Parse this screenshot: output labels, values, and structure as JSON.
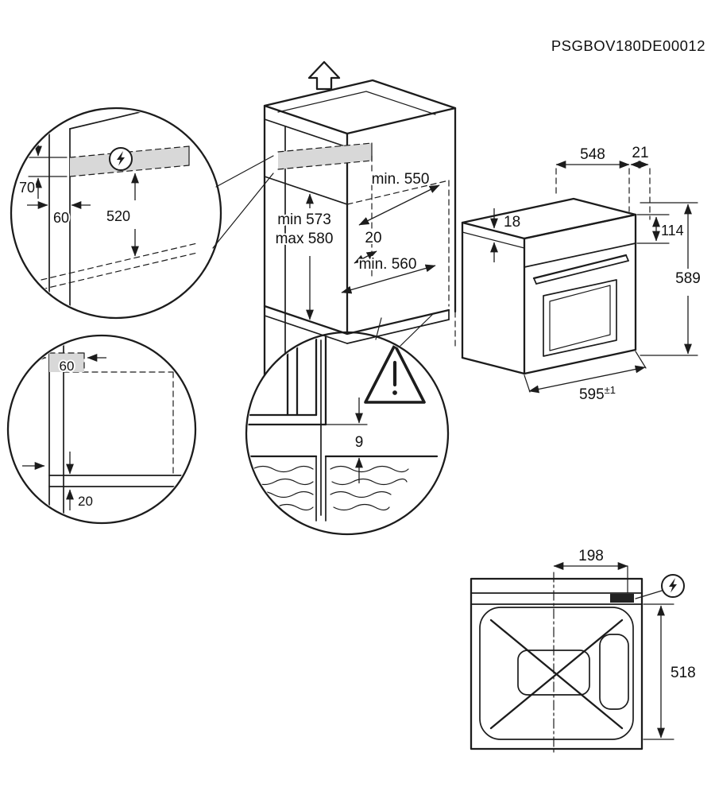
{
  "title": {
    "part_number": "PSGBOV180DE00012"
  },
  "colors": {
    "line": "#1c1c1c",
    "shade": "#d8d8d8"
  },
  "main_cabinet": {
    "dim_depth": "min. 550",
    "dim_gap": "20",
    "dim_width": "min. 560",
    "dim_height_min": "min 573",
    "dim_height_max": "max 580"
  },
  "detail_top_left": {
    "dim_band_height": "70",
    "dim_setback": "60",
    "dim_height": "520"
  },
  "detail_bottom_left": {
    "dim_setback": "60",
    "dim_gap": "20"
  },
  "detail_cable": {
    "dim_slot": "9"
  },
  "oven": {
    "dim_depth": "548",
    "dim_front": "21",
    "dim_top": "18",
    "dim_panel": "114",
    "dim_height": "589",
    "dim_width": "595",
    "dim_width_tol": "±1"
  },
  "plan_view": {
    "dim_cable_pos": "198",
    "dim_depth": "518"
  },
  "icons": {
    "up_arrow": "up-arrow-icon",
    "power": "power-connection-icon",
    "warning": "warning-icon"
  }
}
